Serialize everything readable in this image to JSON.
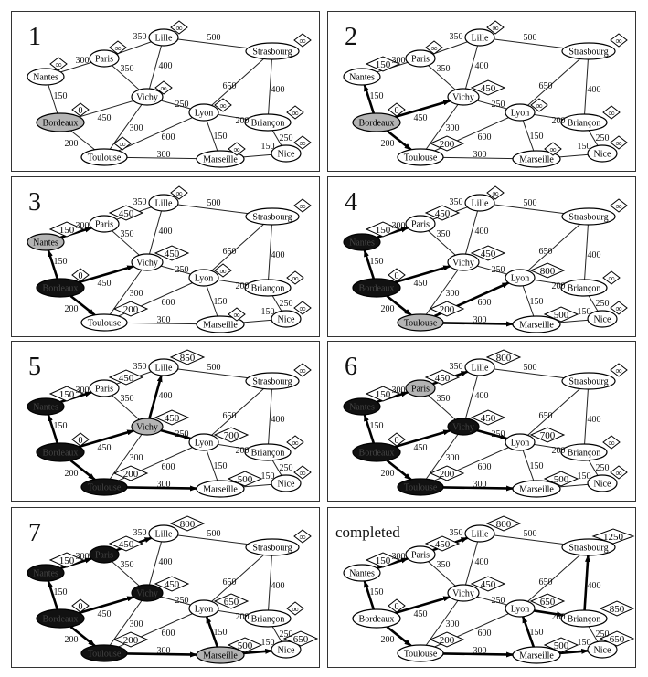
{
  "graph": {
    "nodes": [
      "Nantes",
      "Paris",
      "Lille",
      "Strasbourg",
      "Vichy",
      "Lyon",
      "Bordeaux",
      "Briançon",
      "Toulouse",
      "Marseille",
      "Nice"
    ],
    "edges": [
      {
        "a": "Paris",
        "b": "Lille",
        "w": "350"
      },
      {
        "a": "Lille",
        "b": "Strasbourg",
        "w": "500"
      },
      {
        "a": "Nantes",
        "b": "Paris",
        "w": "300"
      },
      {
        "a": "Paris",
        "b": "Vichy",
        "w": "350"
      },
      {
        "a": "Lille",
        "b": "Vichy",
        "w": "400"
      },
      {
        "a": "Strasbourg",
        "b": "Lyon",
        "w": "650"
      },
      {
        "a": "Strasbourg",
        "b": "Briançon",
        "w": "400"
      },
      {
        "a": "Nantes",
        "b": "Bordeaux",
        "w": "150"
      },
      {
        "a": "Vichy",
        "b": "Lyon",
        "w": "250"
      },
      {
        "a": "Bordeaux",
        "b": "Vichy",
        "w": "450"
      },
      {
        "a": "Lyon",
        "b": "Briançon",
        "w": "200"
      },
      {
        "a": "Vichy",
        "b": "Toulouse",
        "w": "300"
      },
      {
        "a": "Lyon",
        "b": "Toulouse",
        "w": "600"
      },
      {
        "a": "Lyon",
        "b": "Marseille",
        "w": "150"
      },
      {
        "a": "Briançon",
        "b": "Nice",
        "w": "250"
      },
      {
        "a": "Bordeaux",
        "b": "Toulouse",
        "w": "200"
      },
      {
        "a": "Toulouse",
        "b": "Marseille",
        "w": "300"
      },
      {
        "a": "Marseille",
        "b": "Nice",
        "w": "150"
      }
    ]
  },
  "colors": {
    "current": "#b4b4b4",
    "visited": "#111111",
    "unvisited": "#ffffff"
  },
  "panels": [
    {
      "title": "1",
      "current": "Bordeaux",
      "visited": [],
      "dist": {
        "Nantes": "∞",
        "Paris": "∞",
        "Lille": "∞",
        "Strasbourg": "∞",
        "Vichy": "∞",
        "Lyon": "∞",
        "Bordeaux": "0",
        "Briançon": "∞",
        "Toulouse": "∞",
        "Marseille": "∞",
        "Nice": "∞"
      },
      "tree": []
    },
    {
      "title": "2",
      "current": "Bordeaux",
      "visited": [],
      "dist": {
        "Nantes": "150",
        "Paris": "∞",
        "Lille": "∞",
        "Strasbourg": "∞",
        "Vichy": "450",
        "Lyon": "∞",
        "Bordeaux": "0",
        "Briançon": "∞",
        "Toulouse": "200",
        "Marseille": "∞",
        "Nice": "∞"
      },
      "tree": [
        [
          "Bordeaux",
          "Nantes"
        ],
        [
          "Bordeaux",
          "Vichy"
        ],
        [
          "Bordeaux",
          "Toulouse"
        ]
      ]
    },
    {
      "title": "3",
      "current": "Nantes",
      "visited": [
        "Bordeaux"
      ],
      "dist": {
        "Nantes": "150",
        "Paris": "450",
        "Lille": "∞",
        "Strasbourg": "∞",
        "Vichy": "450",
        "Lyon": "∞",
        "Bordeaux": "0",
        "Briançon": "∞",
        "Toulouse": "200",
        "Marseille": "∞",
        "Nice": "∞"
      },
      "tree": [
        [
          "Bordeaux",
          "Nantes"
        ],
        [
          "Bordeaux",
          "Vichy"
        ],
        [
          "Bordeaux",
          "Toulouse"
        ],
        [
          "Nantes",
          "Paris"
        ]
      ]
    },
    {
      "title": "4",
      "current": "Toulouse",
      "visited": [
        "Bordeaux",
        "Nantes"
      ],
      "dist": {
        "Nantes": "150",
        "Paris": "450",
        "Lille": "∞",
        "Strasbourg": "∞",
        "Vichy": "450",
        "Lyon": "800",
        "Bordeaux": "0",
        "Briançon": "∞",
        "Toulouse": "200",
        "Marseille": "500",
        "Nice": "∞"
      },
      "tree": [
        [
          "Bordeaux",
          "Nantes"
        ],
        [
          "Bordeaux",
          "Vichy"
        ],
        [
          "Bordeaux",
          "Toulouse"
        ],
        [
          "Nantes",
          "Paris"
        ],
        [
          "Toulouse",
          "Lyon"
        ],
        [
          "Toulouse",
          "Marseille"
        ]
      ]
    },
    {
      "title": "5",
      "current": "Vichy",
      "visited": [
        "Bordeaux",
        "Nantes",
        "Toulouse"
      ],
      "dist": {
        "Nantes": "150",
        "Paris": "450",
        "Lille": "850",
        "Strasbourg": "∞",
        "Vichy": "450",
        "Lyon": "700",
        "Bordeaux": "0",
        "Briançon": "∞",
        "Toulouse": "200",
        "Marseille": "500",
        "Nice": "∞"
      },
      "tree": [
        [
          "Bordeaux",
          "Nantes"
        ],
        [
          "Bordeaux",
          "Vichy"
        ],
        [
          "Bordeaux",
          "Toulouse"
        ],
        [
          "Nantes",
          "Paris"
        ],
        [
          "Vichy",
          "Lille"
        ],
        [
          "Vichy",
          "Lyon"
        ],
        [
          "Toulouse",
          "Marseille"
        ]
      ]
    },
    {
      "title": "6",
      "current": "Paris",
      "visited": [
        "Bordeaux",
        "Nantes",
        "Toulouse",
        "Vichy"
      ],
      "dist": {
        "Nantes": "150",
        "Paris": "450",
        "Lille": "800",
        "Strasbourg": "∞",
        "Vichy": "450",
        "Lyon": "700",
        "Bordeaux": "0",
        "Briançon": "∞",
        "Toulouse": "200",
        "Marseille": "500",
        "Nice": "∞"
      },
      "tree": [
        [
          "Bordeaux",
          "Nantes"
        ],
        [
          "Bordeaux",
          "Vichy"
        ],
        [
          "Bordeaux",
          "Toulouse"
        ],
        [
          "Nantes",
          "Paris"
        ],
        [
          "Paris",
          "Lille"
        ],
        [
          "Vichy",
          "Lyon"
        ],
        [
          "Toulouse",
          "Marseille"
        ]
      ]
    },
    {
      "title": "7",
      "current": "Marseille",
      "visited": [
        "Bordeaux",
        "Nantes",
        "Toulouse",
        "Vichy",
        "Paris"
      ],
      "dist": {
        "Nantes": "150",
        "Paris": "450",
        "Lille": "800",
        "Strasbourg": "∞",
        "Vichy": "450",
        "Lyon": "650",
        "Bordeaux": "0",
        "Briançon": "∞",
        "Toulouse": "200",
        "Marseille": "500",
        "Nice": "650"
      },
      "tree": [
        [
          "Bordeaux",
          "Nantes"
        ],
        [
          "Bordeaux",
          "Vichy"
        ],
        [
          "Bordeaux",
          "Toulouse"
        ],
        [
          "Nantes",
          "Paris"
        ],
        [
          "Paris",
          "Lille"
        ],
        [
          "Marseille",
          "Lyon"
        ],
        [
          "Toulouse",
          "Marseille"
        ],
        [
          "Marseille",
          "Nice"
        ]
      ]
    },
    {
      "title": "completed",
      "current": null,
      "visited": [],
      "dist": {
        "Nantes": "150",
        "Paris": "450",
        "Lille": "800",
        "Strasbourg": "1250",
        "Vichy": "450",
        "Lyon": "650",
        "Bordeaux": "0",
        "Briançon": "850",
        "Toulouse": "200",
        "Marseille": "500",
        "Nice": "650"
      },
      "tree": [
        [
          "Bordeaux",
          "Nantes"
        ],
        [
          "Bordeaux",
          "Vichy"
        ],
        [
          "Bordeaux",
          "Toulouse"
        ],
        [
          "Nantes",
          "Paris"
        ],
        [
          "Paris",
          "Lille"
        ],
        [
          "Marseille",
          "Lyon"
        ],
        [
          "Toulouse",
          "Marseille"
        ],
        [
          "Marseille",
          "Nice"
        ],
        [
          "Lyon",
          "Briançon"
        ],
        [
          "Briançon",
          "Strasbourg"
        ]
      ]
    }
  ]
}
